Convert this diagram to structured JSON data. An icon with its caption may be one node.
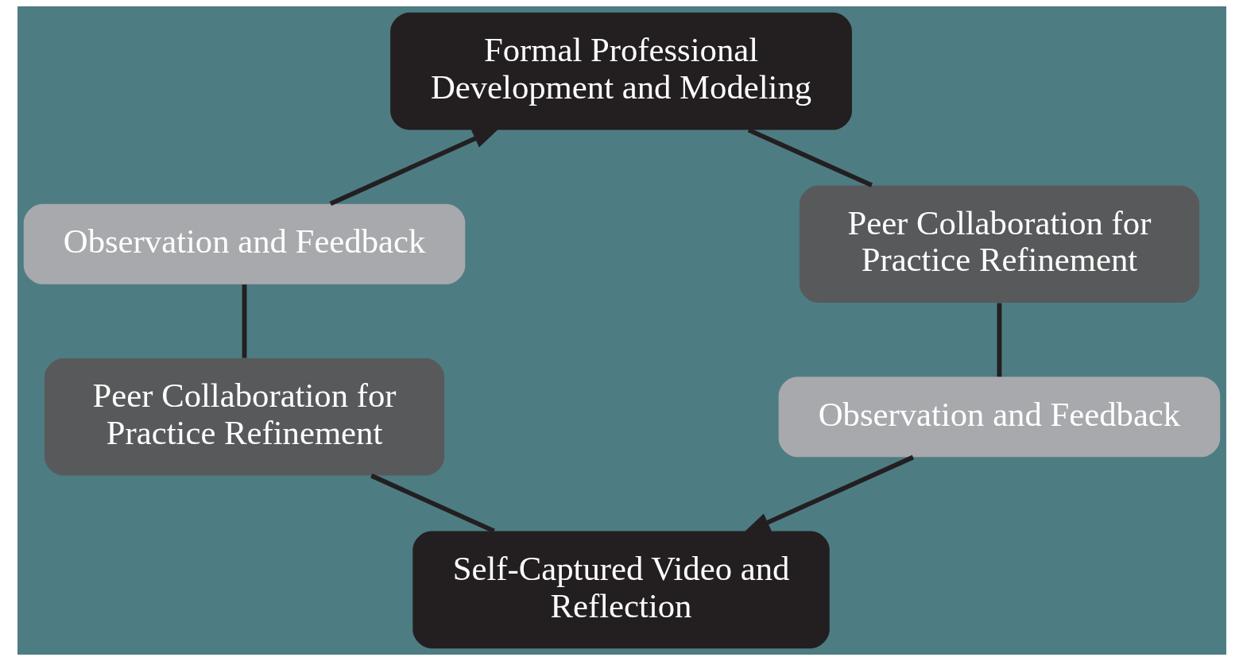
{
  "diagram": {
    "nodes": [
      {
        "text": [
          "Formal Professional Development and Modeling"
        ]
      },
      {
        "text": [
          "Observation and Feedback"
        ]
      },
      {
        "text": [
          "Peer Collaboration for Practice Refinement"
        ]
      },
      {
        "text": [
          "Peer Collaboration for Practice Refinement"
        ]
      },
      {
        "text": [
          "Observation and Feedback"
        ]
      },
      {
        "text": [
          "Self-Captured Video and Reflection"
        ]
      }
    ],
    "edges": [
      {
        "from": 0,
        "to": 2,
        "arrow": "none"
      },
      {
        "from": 2,
        "to": 4,
        "arrow": "none"
      },
      {
        "from": 4,
        "to": 5,
        "arrow": "to"
      },
      {
        "from": 5,
        "to": 3,
        "arrow": "none"
      },
      {
        "from": 3,
        "to": 1,
        "arrow": "none"
      },
      {
        "from": 1,
        "to": 0,
        "arrow": "to"
      }
    ]
  }
}
